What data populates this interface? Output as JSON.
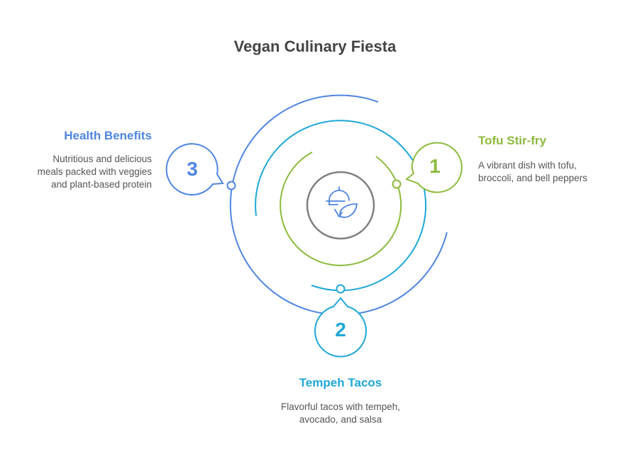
{
  "title": "Vegan Culinary Fiesta",
  "colors": {
    "green": "#8dbb3d",
    "cyan": "#1fa7d8",
    "blue": "#4f86e0",
    "gray": "#808080"
  },
  "center_icon": "dish-leaf-icon",
  "items": [
    {
      "number": "1",
      "title": "Tofu Stir-fry",
      "desc": "A vibrant dish with tofu, broccoli, and bell peppers"
    },
    {
      "number": "2",
      "title": "Tempeh Tacos",
      "desc": "Flavorful tacos with tempeh, avocado, and salsa"
    },
    {
      "number": "3",
      "title": "Health Benefits",
      "desc": "Nutritious and delicious meals packed with veggies and plant-based protein"
    }
  ]
}
